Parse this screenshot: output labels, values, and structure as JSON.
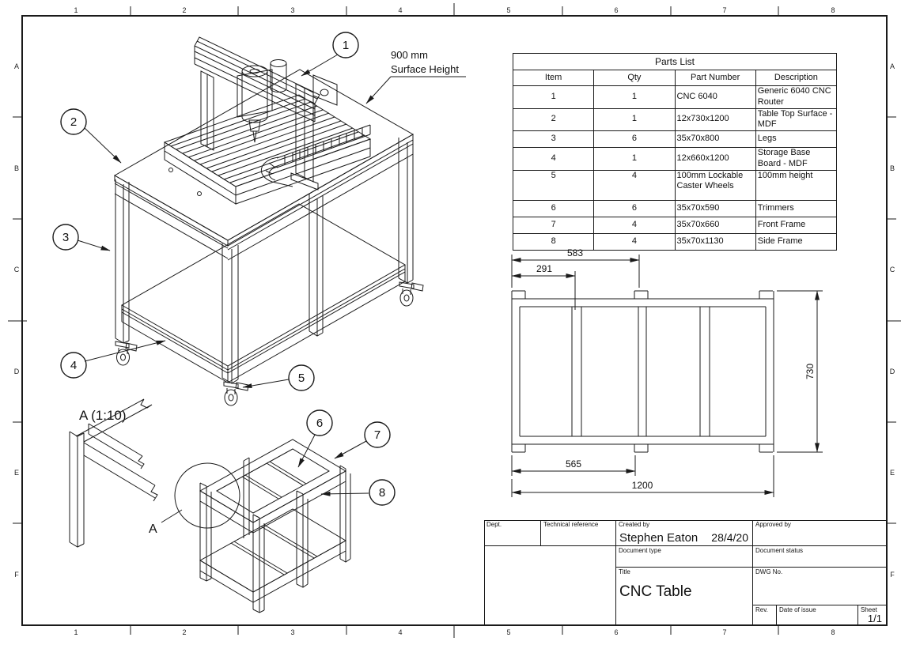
{
  "sheet": {
    "grid_columns": [
      "1",
      "2",
      "3",
      "4",
      "5",
      "6",
      "7",
      "8"
    ],
    "grid_rows": [
      "A",
      "B",
      "C",
      "D",
      "E",
      "F"
    ]
  },
  "balloons": [
    "1",
    "2",
    "3",
    "4",
    "5",
    "6",
    "7",
    "8"
  ],
  "main_view": {
    "note_line1": "900 mm",
    "note_line2": "Surface Height"
  },
  "detail_view": {
    "label": "A (1:10)"
  },
  "frame_view": {
    "detail_marker": "A"
  },
  "front_view": {
    "dims": {
      "leg_center": "583",
      "first_bay": "291",
      "height": "730",
      "mid_leg": "565",
      "total_width": "1200"
    }
  },
  "parts_list": {
    "title": "Parts List",
    "headers": [
      "Item",
      "Qty",
      "Part Number",
      "Description"
    ],
    "rows": [
      {
        "item": "1",
        "qty": "1",
        "part_number": "CNC 6040",
        "description": "Generic 6040 CNC Router"
      },
      {
        "item": "2",
        "qty": "1",
        "part_number": "12x730x1200",
        "description": "Table Top Surface - MDF"
      },
      {
        "item": "3",
        "qty": "6",
        "part_number": "35x70x800",
        "description": "Legs"
      },
      {
        "item": "4",
        "qty": "1",
        "part_number": "12x660x1200",
        "description": "Storage Base Board - MDF"
      },
      {
        "item": "5",
        "qty": "4",
        "part_number": "100mm Lockable Caster Wheels",
        "description": "100mm height"
      },
      {
        "item": "6",
        "qty": "6",
        "part_number": "35x70x590",
        "description": "Trimmers"
      },
      {
        "item": "7",
        "qty": "4",
        "part_number": "35x70x660",
        "description": "Front Frame"
      },
      {
        "item": "8",
        "qty": "4",
        "part_number": "35x70x1130",
        "description": "Side Frame"
      }
    ]
  },
  "title_block": {
    "labels": {
      "dept": "Dept.",
      "technical_reference": "Technical reference",
      "created_by": "Created by",
      "approved_by": "Approved by",
      "document_type": "Document type",
      "document_status": "Document status",
      "title": "Title",
      "dwg_no": "DWG No.",
      "rev": "Rev.",
      "date_of_issue": "Date of issue",
      "sheet": "Sheet"
    },
    "values": {
      "created_by": "Stephen Eaton",
      "created_date": "28/4/20",
      "title": "CNC Table",
      "sheet": "1/1"
    }
  }
}
